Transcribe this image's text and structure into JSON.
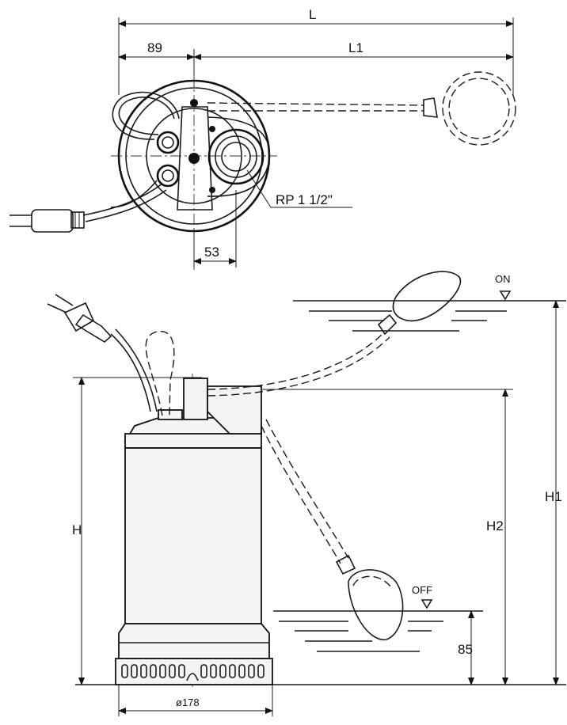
{
  "dimensions": {
    "L": "L",
    "L1": "L1",
    "d89": "89",
    "d53": "53",
    "thread": "RP 1 1/2\"",
    "H": "H",
    "H1": "H1",
    "H2": "H2",
    "d85": "85",
    "diameter": "ø178"
  },
  "levels": {
    "on": "ON",
    "off": "OFF"
  },
  "colors": {
    "line": "#1a1a1a",
    "background": "#ffffff"
  }
}
